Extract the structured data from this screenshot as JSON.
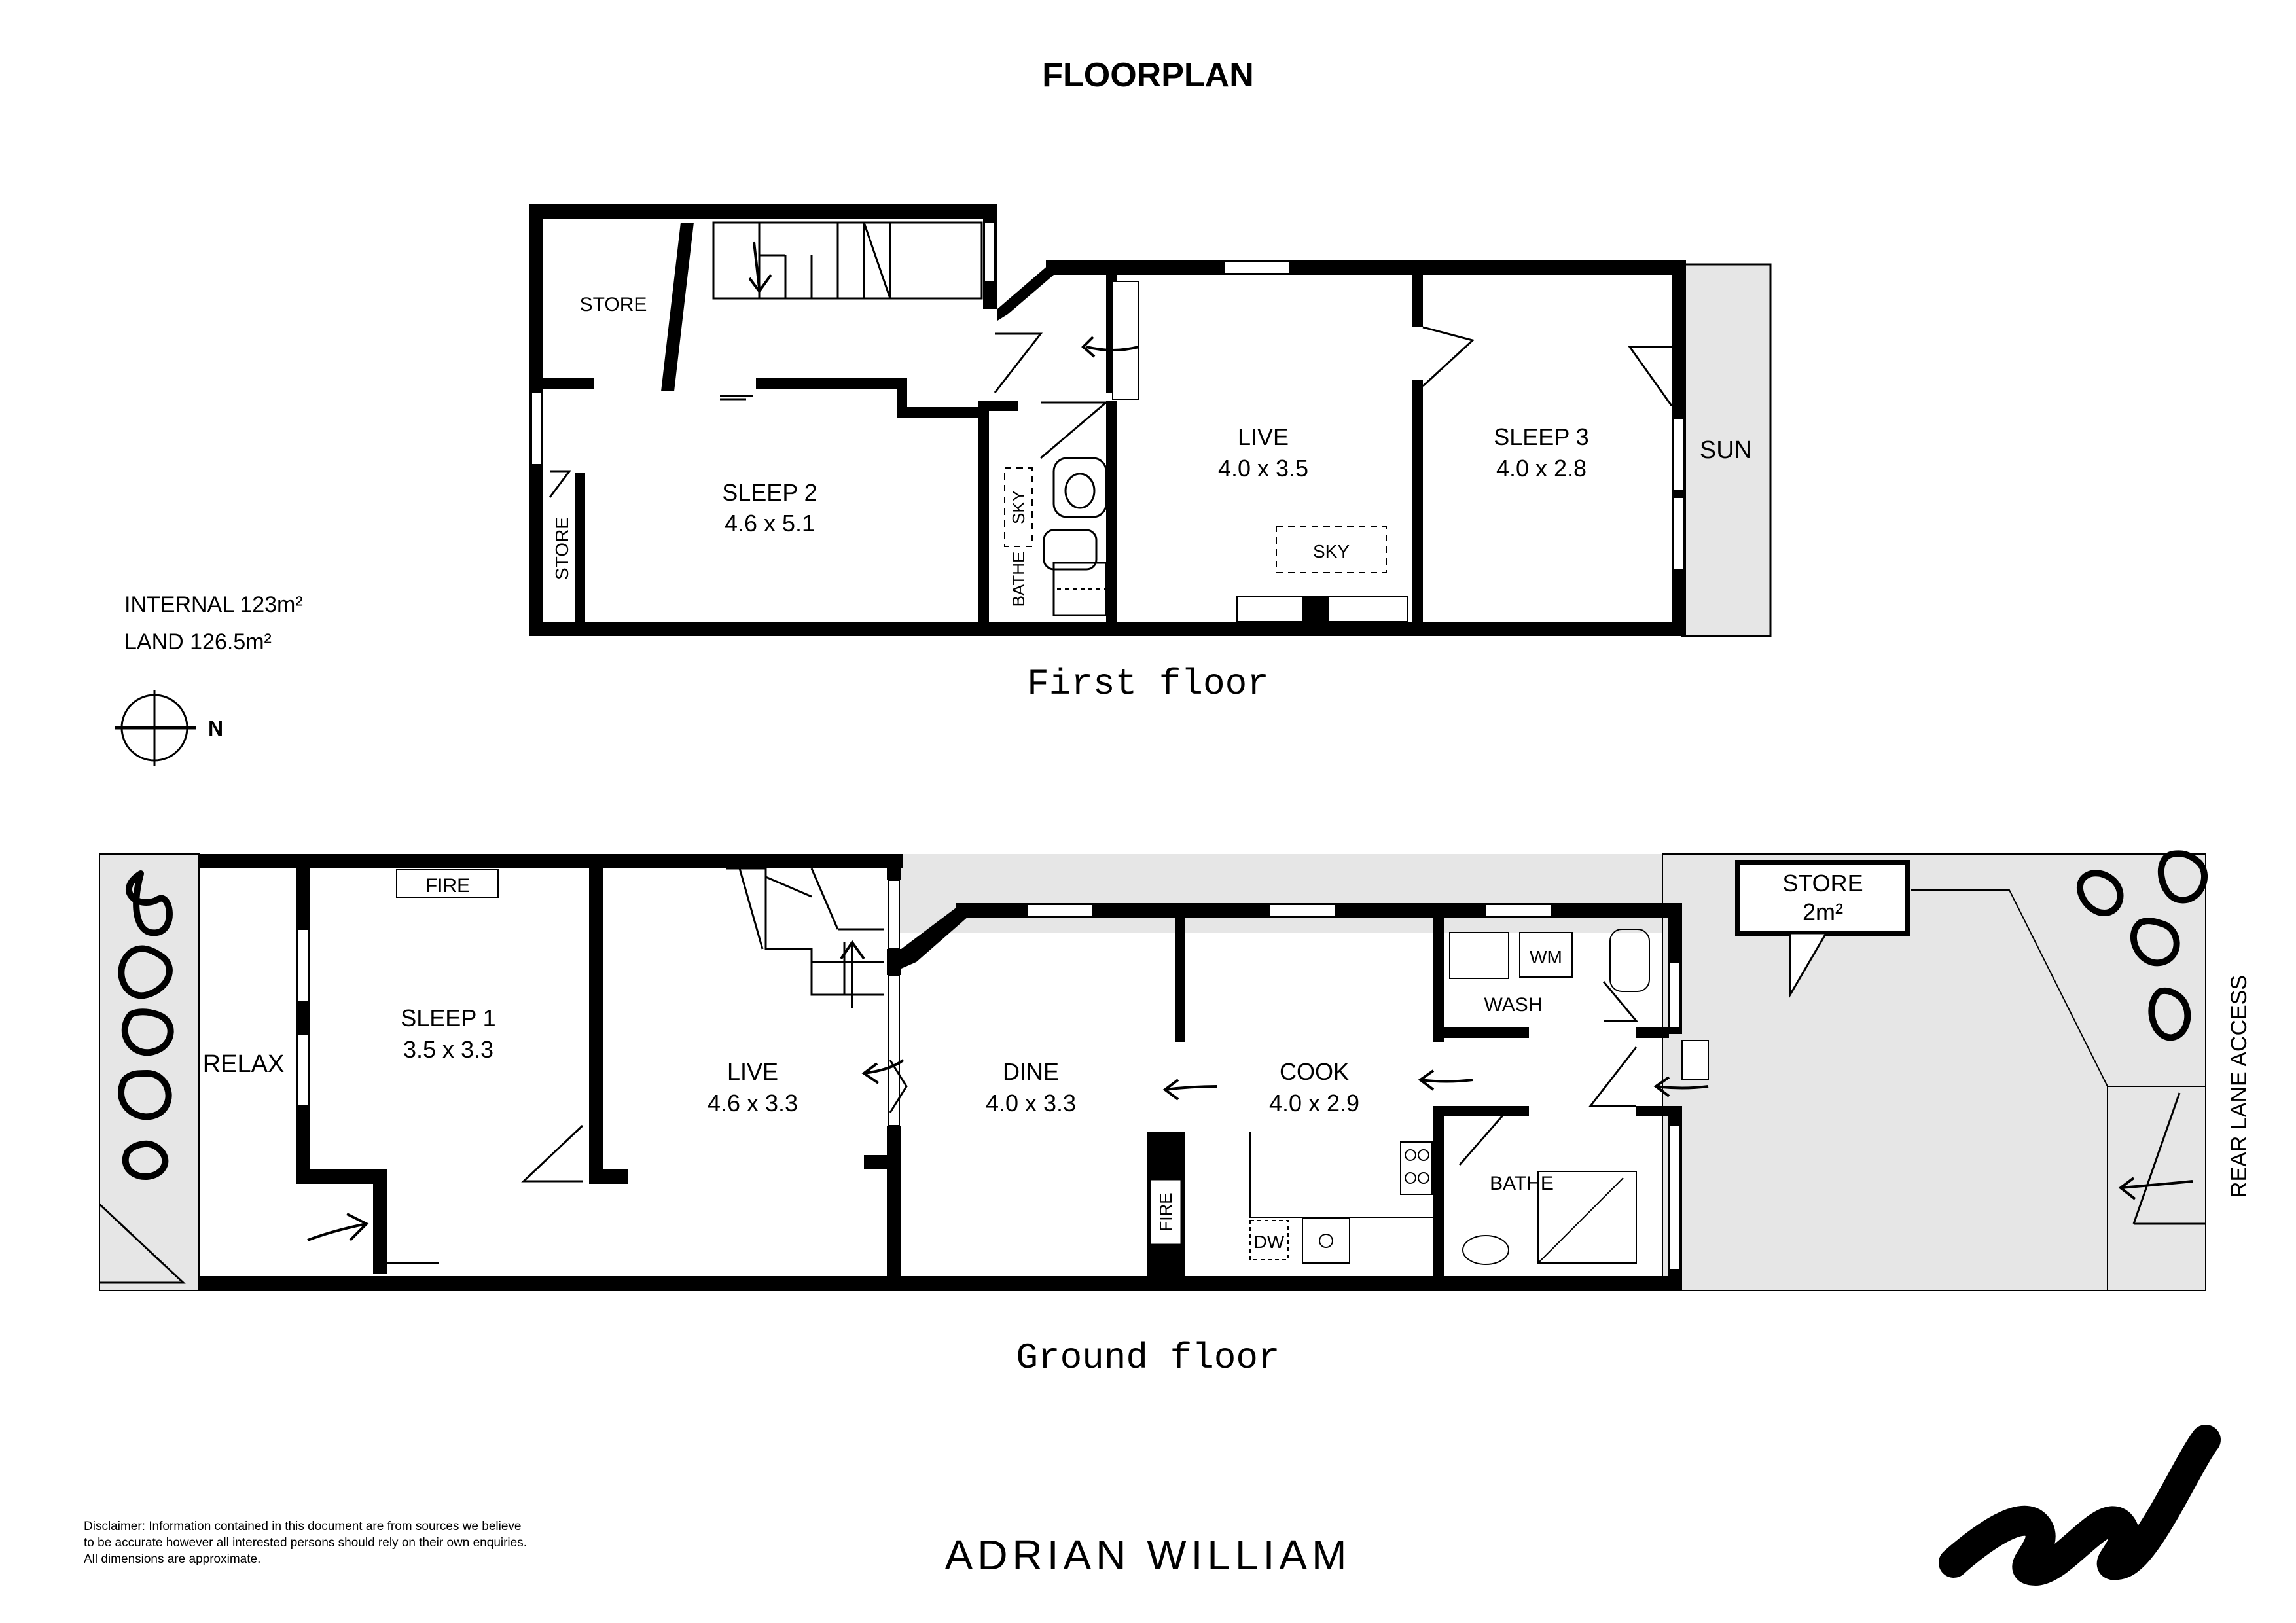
{
  "title": "FLOORPLAN",
  "areas": {
    "internal": "INTERNAL 123m²",
    "land": "LAND 126.5m²"
  },
  "compass": {
    "label": "N"
  },
  "first_floor": {
    "caption": "First floor",
    "rooms": {
      "store_top": "STORE",
      "store_side": "STORE",
      "sleep2_name": "SLEEP 2",
      "sleep2_dims": "4.6 x 5.1",
      "bathe": "BATHE",
      "sky_bath": "SKY",
      "live_name": "LIVE",
      "live_dims": "4.0 x 3.5",
      "sky_live": "SKY",
      "sleep3_name": "SLEEP 3",
      "sleep3_dims": "4.0 x 2.8",
      "sun": "SUN"
    }
  },
  "ground_floor": {
    "caption": "Ground floor",
    "rooms": {
      "relax": "RELAX",
      "fire_sleep1": "FIRE",
      "sleep1_name": "SLEEP 1",
      "sleep1_dims": "3.5 x 3.3",
      "live_name": "LIVE",
      "live_dims": "4.6 x 3.3",
      "dine_name": "DINE",
      "dine_dims": "4.0 x 3.3",
      "fire_dine": "FIRE",
      "cook_name": "COOK",
      "cook_dims": "4.0 x 2.9",
      "dw": "DW",
      "wash": "WASH",
      "wm": "WM",
      "bathe": "BATHE",
      "store_name": "STORE",
      "store_area": "2m²",
      "rear_lane": "REAR LANE ACCESS"
    }
  },
  "brand": {
    "name": "ADRIAN WILLIAM",
    "logo": "aw-logo-mark"
  },
  "disclaimer": [
    "Disclaimer: Information contained in this document are from sources we believe",
    "to be accurate however all interested persons should rely on their own enquiries.",
    "All dimensions are approximate."
  ],
  "colors": {
    "wall": "#000000",
    "outdoor": "#e6e6e6",
    "background": "#ffffff"
  }
}
